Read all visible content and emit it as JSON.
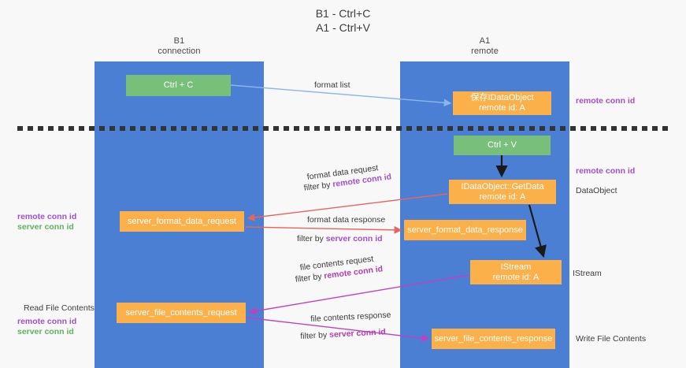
{
  "title": {
    "line1": "B1 - Ctrl+C",
    "line2": "A1 - Ctrl+V"
  },
  "lanes": [
    {
      "name": "B1",
      "sub": "connection",
      "color": "#4a7fd4"
    },
    {
      "name": "A1",
      "sub": "remote",
      "color": "#4a7fd4"
    }
  ],
  "colors": {
    "lane": "#4a7fd4",
    "green_box": "#78c07a",
    "orange_box": "#fbb04a",
    "purple_text": "#a24fd0",
    "green_text": "#5eb35f",
    "magenta_text": "#b03fb0",
    "blue_arrow": "#8ab6e8",
    "red_arrow": "#e8655f",
    "magenta_arrow": "#c040c0",
    "black_arrow": "#1a1a1a",
    "divider": "#333333"
  },
  "nodes": {
    "ctrl_c": {
      "label": "Ctrl + C",
      "sub": "",
      "style": "green"
    },
    "save_idataobject": {
      "label": "保存IDataObject",
      "sub": "remote id: A",
      "style": "orange"
    },
    "ctrl_v": {
      "label": "Ctrl + V",
      "sub": "",
      "style": "green"
    },
    "getdata": {
      "label": "IDataObject::GetData",
      "sub": "remote id: A",
      "style": "orange"
    },
    "server_format_data_request": {
      "label": "server_format_data_request",
      "sub": "",
      "style": "orange"
    },
    "server_format_data_response": {
      "label": "server_format_data_response",
      "sub": "",
      "style": "orange"
    },
    "istream": {
      "label": "IStream",
      "sub": "remote id: A",
      "style": "orange"
    },
    "server_file_contents_request": {
      "label": "server_file_contents_request",
      "sub": "",
      "style": "orange"
    },
    "server_file_contents_response": {
      "label": "server_file_contents_response",
      "sub": "",
      "style": "orange"
    }
  },
  "edge_labels": {
    "format_list": "format list",
    "format_data_request": "format data request",
    "format_data_request_filter_prefix": "filter by ",
    "format_data_request_filter_key": "remote conn id",
    "format_data_response": "format data response",
    "format_data_response_filter_prefix": "filter by ",
    "format_data_response_filter_key": "server conn id",
    "file_contents_request": "file contents request",
    "file_contents_request_filter_prefix": "filter by ",
    "file_contents_request_filter_key": "remote conn id",
    "file_contents_response": "file contents response",
    "file_contents_response_filter_prefix": "filter by ",
    "file_contents_response_filter_key": "server conn id"
  },
  "side_notes": {
    "right_remote_conn_id_top": "remote conn id",
    "right_remote_conn_id_mid": "remote conn id",
    "right_dataobject": "DataObject",
    "right_istream": "IStream",
    "right_write_file_contents": "Write File Contents",
    "left_remote_conn_id": "remote conn id",
    "left_server_conn_id": "server conn id",
    "left_read_file_contents": "Read File Contents",
    "left_remote_conn_id_2": "remote conn id",
    "left_server_conn_id_2": "server conn id"
  }
}
